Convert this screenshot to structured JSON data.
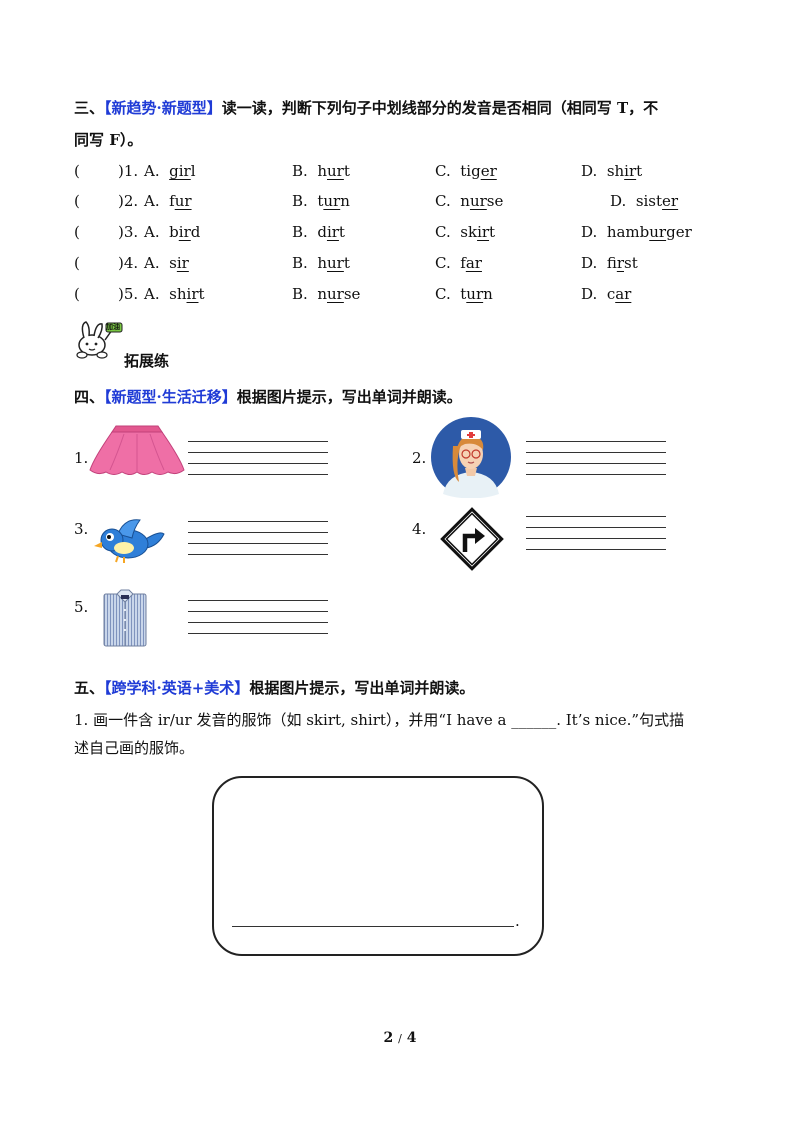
{
  "section3": {
    "number": "三、",
    "tag": "【新趋势·新题型】",
    "instruction_line1": "读一读，判断下列句子中划线部分的发音是否相同（相同写 T，不",
    "instruction_line2": "同写 F）。",
    "items": [
      {
        "label": "(        )1.",
        "options": [
          {
            "letter": "A.",
            "pre": "",
            "ul": "gir",
            "post": "l"
          },
          {
            "letter": "B.",
            "pre": "h",
            "ul": "ur",
            "post": "t"
          },
          {
            "letter": "C.",
            "pre": "tig",
            "ul": "er",
            "post": ""
          },
          {
            "letter": "D.",
            "pre": "sh",
            "ul": "ir",
            "post": "t"
          }
        ]
      },
      {
        "label": "(        )2.",
        "options": [
          {
            "letter": "A.",
            "pre": "f",
            "ul": "ur",
            "post": ""
          },
          {
            "letter": "B.",
            "pre": "t",
            "ul": "ur",
            "post": "n"
          },
          {
            "letter": "C.",
            "pre": "n",
            "ul": "ur",
            "post": "se"
          },
          {
            "letter": "D.",
            "pre": "sist",
            "ul": "er",
            "post": ""
          }
        ]
      },
      {
        "label": "(        )3.",
        "options": [
          {
            "letter": "A.",
            "pre": "b",
            "ul": "ir",
            "post": "d"
          },
          {
            "letter": "B.",
            "pre": "d",
            "ul": "ir",
            "post": "t"
          },
          {
            "letter": "C.",
            "pre": "sk",
            "ul": "ir",
            "post": "t"
          },
          {
            "letter": "D.",
            "pre": "hamb",
            "ul": "ur",
            "post": "ger"
          }
        ]
      },
      {
        "label": "(        )4.",
        "options": [
          {
            "letter": "A.",
            "pre": "s",
            "ul": "ir",
            "post": ""
          },
          {
            "letter": "B.",
            "pre": "h",
            "ul": "ur",
            "post": "t"
          },
          {
            "letter": "C.",
            "pre": "f",
            "ul": "ar",
            "post": ""
          },
          {
            "letter": "D.",
            "pre": "f",
            "ul": "ir",
            "post": "st"
          }
        ]
      },
      {
        "label": "(        )5.",
        "options": [
          {
            "letter": "A.",
            "pre": "sh",
            "ul": "ir",
            "post": "t"
          },
          {
            "letter": "B.",
            "pre": "n",
            "ul": "ur",
            "post": "se"
          },
          {
            "letter": "C.",
            "pre": "t",
            "ul": "ur",
            "post": "n"
          },
          {
            "letter": "D.",
            "pre": "c",
            "ul": "ar",
            "post": ""
          }
        ]
      }
    ]
  },
  "extension": {
    "label": "拓展练",
    "sign_text": "加油"
  },
  "section4": {
    "number": "四、",
    "tag": "【新题型·生活迁移】",
    "instruction": "根据图片提示，写出单词并朗读。",
    "items": [
      {
        "num": "1.",
        "picture": "skirt-picture"
      },
      {
        "num": "2.",
        "picture": "nurse-picture"
      },
      {
        "num": "3.",
        "picture": "bird-picture"
      },
      {
        "num": "4.",
        "picture": "turn-right-sign-picture"
      },
      {
        "num": "5.",
        "picture": "shirt-picture"
      }
    ]
  },
  "section5": {
    "number": "五、",
    "tag": "【跨学科·英语+美术】",
    "instruction": "根据图片提示，写出单词并朗读。",
    "task_line1": "1. 画一件含 ir/ur 发音的服饰（如 skirt, shirt），并用“I have a ______. It’s nice.”句式描",
    "task_line2": "述自己画的服饰。",
    "sentence_end": "."
  },
  "footer": {
    "page": "2",
    "sep": "/",
    "total": "4"
  },
  "colors": {
    "tag_blue": "#1f3bd6",
    "skirt_pink": "#ef6fa6",
    "bird_blue": "#2f7fd8",
    "nurse_bg": "#2d5aa8"
  }
}
